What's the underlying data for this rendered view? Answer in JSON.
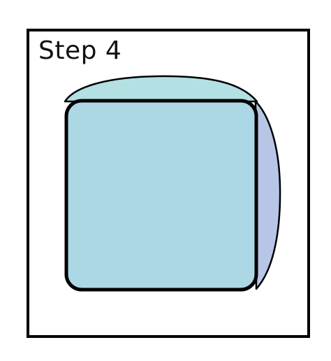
{
  "step": {
    "title": "Step 4"
  },
  "colors": {
    "frame_border": "#000000",
    "main_square_fill": "#acd8e6",
    "top_flap_fill": "#b2e0e3",
    "side_flap_fill": "#b7c6e6",
    "outline": "#000000"
  },
  "shapes": {
    "main_square": "rounded-square",
    "top_flap": "curved-top-flap",
    "side_flap": "curved-right-flap"
  }
}
